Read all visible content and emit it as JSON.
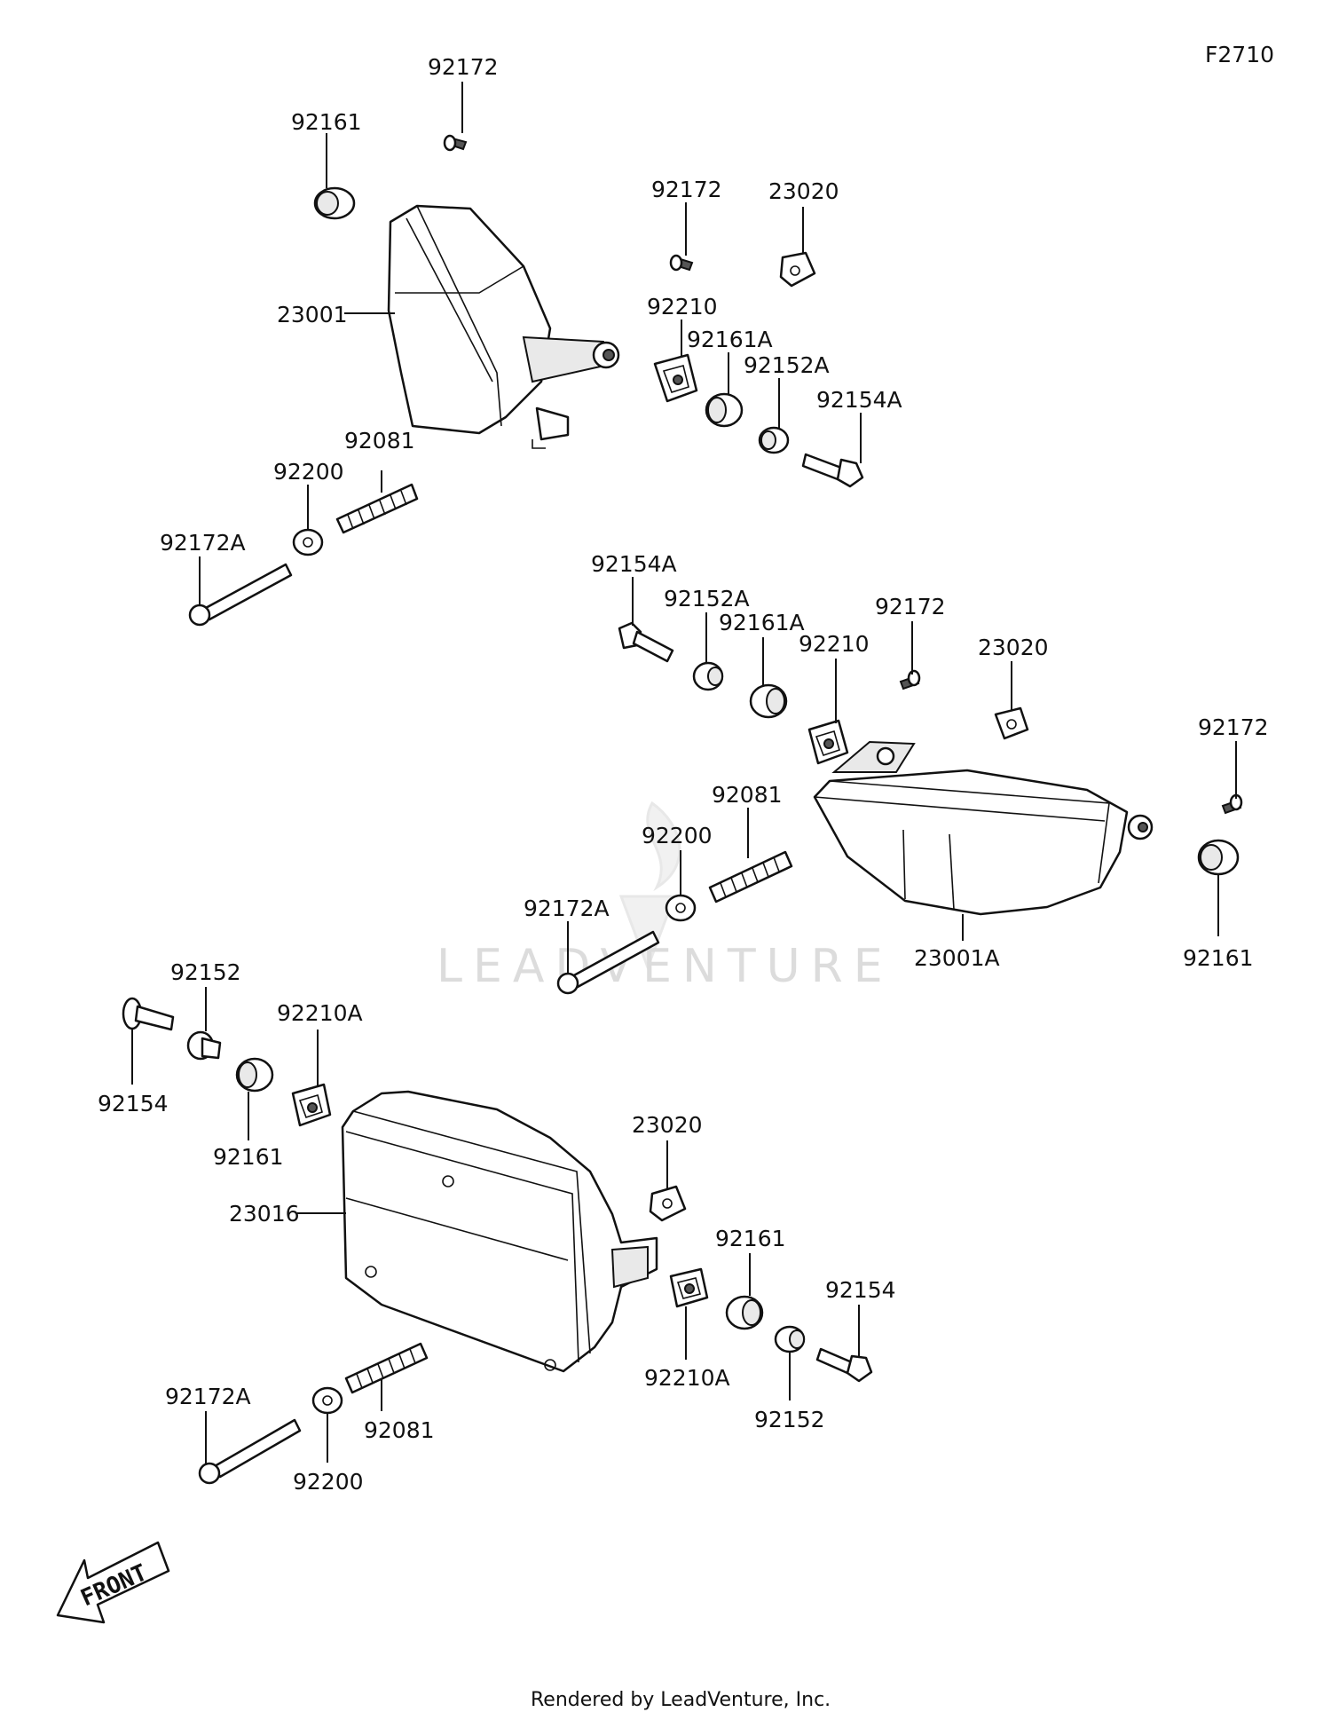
{
  "diagram_code": "F2710",
  "watermark": "LEADVENTURE",
  "front_arrow_label": "FRONT",
  "footer": "Rendered by LeadVenture, Inc.",
  "labels": [
    {
      "id": "l-92172-a",
      "text": "92172"
    },
    {
      "id": "l-92161-a",
      "text": "92161"
    },
    {
      "id": "l-23001",
      "text": "23001"
    },
    {
      "id": "l-92172-b",
      "text": "92172"
    },
    {
      "id": "l-23020-a",
      "text": "23020"
    },
    {
      "id": "l-92210-a",
      "text": "92210"
    },
    {
      "id": "l-92161A-a",
      "text": "92161A"
    },
    {
      "id": "l-92152A-a",
      "text": "92152A"
    },
    {
      "id": "l-92154A-a",
      "text": "92154A"
    },
    {
      "id": "l-92081-a",
      "text": "92081"
    },
    {
      "id": "l-92200-a",
      "text": "92200"
    },
    {
      "id": "l-92172A-a",
      "text": "92172A"
    },
    {
      "id": "l-92154A-b",
      "text": "92154A"
    },
    {
      "id": "l-92152A-b",
      "text": "92152A"
    },
    {
      "id": "l-92161A-b",
      "text": "92161A"
    },
    {
      "id": "l-92210-b",
      "text": "92210"
    },
    {
      "id": "l-92172-c",
      "text": "92172"
    },
    {
      "id": "l-23020-b",
      "text": "23020"
    },
    {
      "id": "l-92172-d",
      "text": "92172"
    },
    {
      "id": "l-92081-b",
      "text": "92081"
    },
    {
      "id": "l-92200-b",
      "text": "92200"
    },
    {
      "id": "l-92172A-b",
      "text": "92172A"
    },
    {
      "id": "l-23001A",
      "text": "23001A"
    },
    {
      "id": "l-92161-b",
      "text": "92161"
    },
    {
      "id": "l-92152-a",
      "text": "92152"
    },
    {
      "id": "l-92210A-a",
      "text": "92210A"
    },
    {
      "id": "l-92154-a",
      "text": "92154"
    },
    {
      "id": "l-92161-c",
      "text": "92161"
    },
    {
      "id": "l-23020-c",
      "text": "23020"
    },
    {
      "id": "l-23016",
      "text": "23016"
    },
    {
      "id": "l-92161-d",
      "text": "92161"
    },
    {
      "id": "l-92154-b",
      "text": "92154"
    },
    {
      "id": "l-92210A-b",
      "text": "92210A"
    },
    {
      "id": "l-92152-b",
      "text": "92152"
    },
    {
      "id": "l-92172A-c",
      "text": "92172A"
    },
    {
      "id": "l-92081-c",
      "text": "92081"
    },
    {
      "id": "l-92200-c",
      "text": "92200"
    }
  ]
}
